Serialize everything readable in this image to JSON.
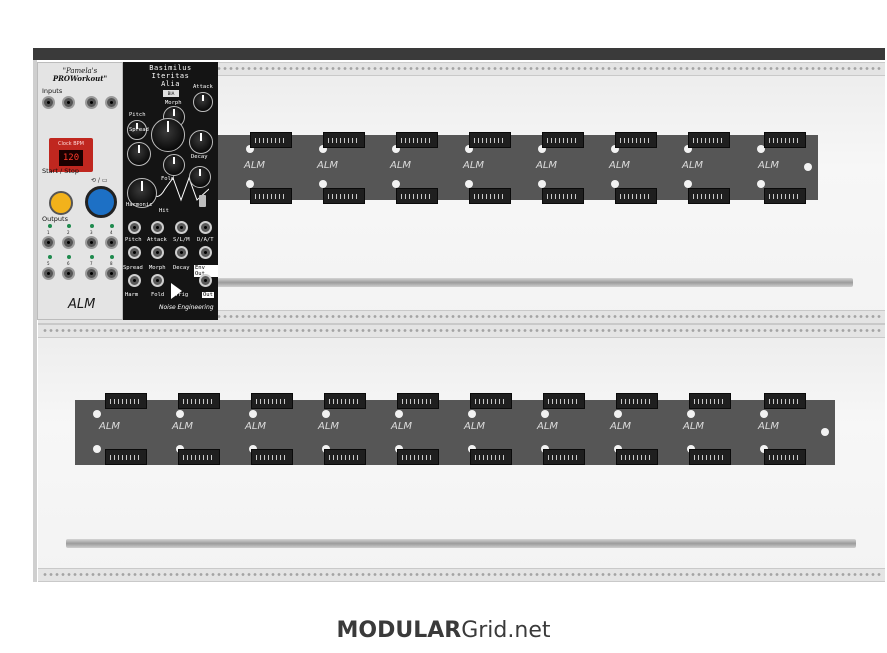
{
  "brand": {
    "bold": "MODULAR",
    "regular": "Grid.net"
  },
  "module1": {
    "title_line1": "\"Pamela's",
    "title_line2": "PROWorkout\"",
    "inputs_label": "Inputs",
    "display_label": "Clock BPM",
    "display_value": "120",
    "start_stop_label": "Start / Stop",
    "outputs_label": "Outputs",
    "output_numbers": [
      "1",
      "2",
      "3",
      "4",
      "5",
      "6",
      "7",
      "8"
    ],
    "logo": "ALM"
  },
  "module2": {
    "title_line1": "Basimilus",
    "title_line2": "Iteritas",
    "title_line3": "Alia",
    "badge": "BIA",
    "labels": {
      "pitch": "Pitch",
      "morph": "Morph",
      "attack": "Attack",
      "spread": "Spread",
      "decay": "Decay",
      "fold": "Fold",
      "harmonic": "Harmonic",
      "hit": "Hit",
      "row1": [
        "Pitch",
        "Attack",
        "S/L/M",
        "D/A/T"
      ],
      "row2": [
        "Spread",
        "Morph",
        "Decay",
        "Env Out"
      ],
      "row3": [
        "Harm",
        "Fold",
        "Trig",
        "Out"
      ]
    },
    "maker": "Noise Engineering"
  },
  "colors": {
    "yellow_button": "#f2b21b",
    "blue_button": "#1d70c5",
    "display_red": "#c0271f",
    "led_green": "#1f8a4e"
  },
  "bus_logo": "ALM"
}
